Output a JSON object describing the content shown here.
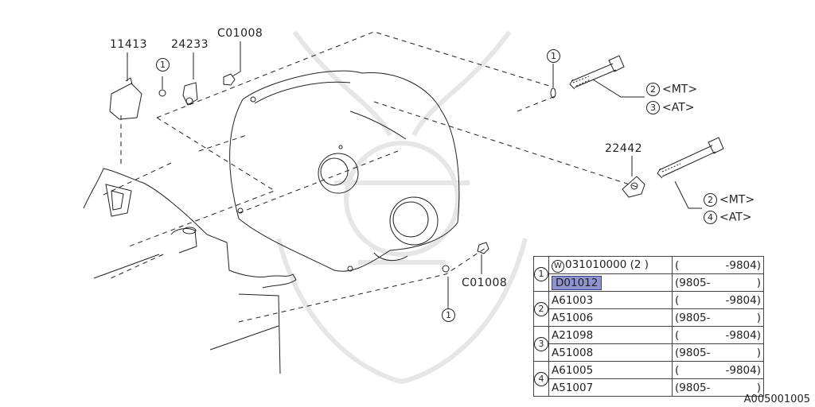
{
  "callouts": {
    "p11413": "11413",
    "p24233": "24233",
    "pC01008_top": "C01008",
    "p22442": "22442",
    "pC01008_bottom": "C01008"
  },
  "ref_marks": [
    "1",
    "1",
    "1",
    "1"
  ],
  "variants": {
    "bolt_upper": [
      {
        "ref": "2",
        "text": "<MT>"
      },
      {
        "ref": "3",
        "text": "<AT>"
      }
    ],
    "bolt_lower": [
      {
        "ref": "2",
        "text": "<MT>"
      },
      {
        "ref": "4",
        "text": "<AT>"
      }
    ]
  },
  "parts_table": {
    "groups": [
      {
        "ref": "1",
        "rows": [
          {
            "badge": "W",
            "part": "031010000 (2 )",
            "from": "(",
            "to": "-9804)",
            "highlight": false
          },
          {
            "badge": "",
            "part": "D01012",
            "from": "(9805-",
            "to": ")",
            "highlight": true
          }
        ]
      },
      {
        "ref": "2",
        "rows": [
          {
            "badge": "",
            "part": "A61003",
            "from": "(",
            "to": "-9804)",
            "highlight": false
          },
          {
            "badge": "",
            "part": "A51006",
            "from": "(9805-",
            "to": ")",
            "highlight": false
          }
        ]
      },
      {
        "ref": "3",
        "rows": [
          {
            "badge": "",
            "part": "A21098",
            "from": "(",
            "to": "-9804)",
            "highlight": false
          },
          {
            "badge": "",
            "part": "A51008",
            "from": "(9805-",
            "to": ")",
            "highlight": false
          }
        ]
      },
      {
        "ref": "4",
        "rows": [
          {
            "badge": "",
            "part": "A61005",
            "from": "(",
            "to": "-9804)",
            "highlight": false
          },
          {
            "badge": "",
            "part": "A51007",
            "from": "(9805-",
            "to": ")",
            "highlight": false
          }
        ]
      }
    ]
  },
  "diagram_code": "A005001005",
  "colors": {
    "line": "#222222",
    "highlight": "#8f93cf",
    "watermark": "#ececec"
  }
}
